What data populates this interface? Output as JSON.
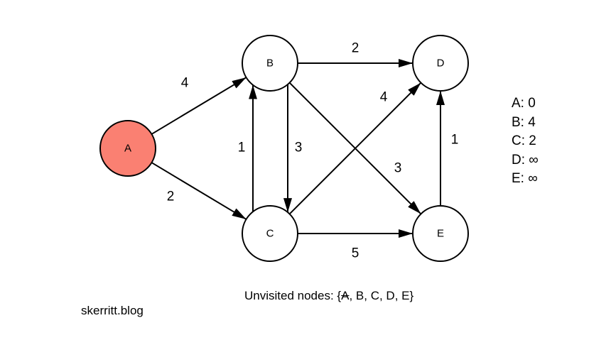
{
  "graph": {
    "nodes": [
      {
        "id": "A",
        "label": "A",
        "visited": true,
        "fill": "#fa8072"
      },
      {
        "id": "B",
        "label": "B",
        "visited": false,
        "fill": "#ffffff"
      },
      {
        "id": "C",
        "label": "C",
        "visited": false,
        "fill": "#ffffff"
      },
      {
        "id": "D",
        "label": "D",
        "visited": false,
        "fill": "#ffffff"
      },
      {
        "id": "E",
        "label": "E",
        "visited": false,
        "fill": "#ffffff"
      }
    ],
    "edges": [
      {
        "from": "A",
        "to": "B",
        "weight": "4"
      },
      {
        "from": "A",
        "to": "C",
        "weight": "2"
      },
      {
        "from": "C",
        "to": "B",
        "weight": "1"
      },
      {
        "from": "B",
        "to": "C",
        "weight": "3"
      },
      {
        "from": "B",
        "to": "D",
        "weight": "2"
      },
      {
        "from": "B",
        "to": "E",
        "weight": "3"
      },
      {
        "from": "C",
        "to": "D",
        "weight": "4"
      },
      {
        "from": "C",
        "to": "E",
        "weight": "5"
      },
      {
        "from": "E",
        "to": "D",
        "weight": "1"
      }
    ]
  },
  "distances": [
    {
      "node": "A",
      "value": "0",
      "text": "A: 0"
    },
    {
      "node": "B",
      "value": "4",
      "text": "B: 4"
    },
    {
      "node": "C",
      "value": "2",
      "text": "C: 2"
    },
    {
      "node": "D",
      "value": "∞",
      "text": "D: ∞"
    },
    {
      "node": "E",
      "value": "∞",
      "text": "E: ∞"
    }
  ],
  "unvisited": {
    "prefix": "Unvisited nodes: {",
    "items": [
      {
        "label": "A",
        "struck": true
      },
      {
        "label": "B",
        "struck": false
      },
      {
        "label": "C",
        "struck": false
      },
      {
        "label": "D",
        "struck": false
      },
      {
        "label": "E",
        "struck": false
      }
    ],
    "separator": ", ",
    "suffix": "}"
  },
  "watermark": "skerritt.blog",
  "colors": {
    "visited_node": "#fa8072",
    "unvisited_node": "#ffffff",
    "stroke": "#000000"
  }
}
